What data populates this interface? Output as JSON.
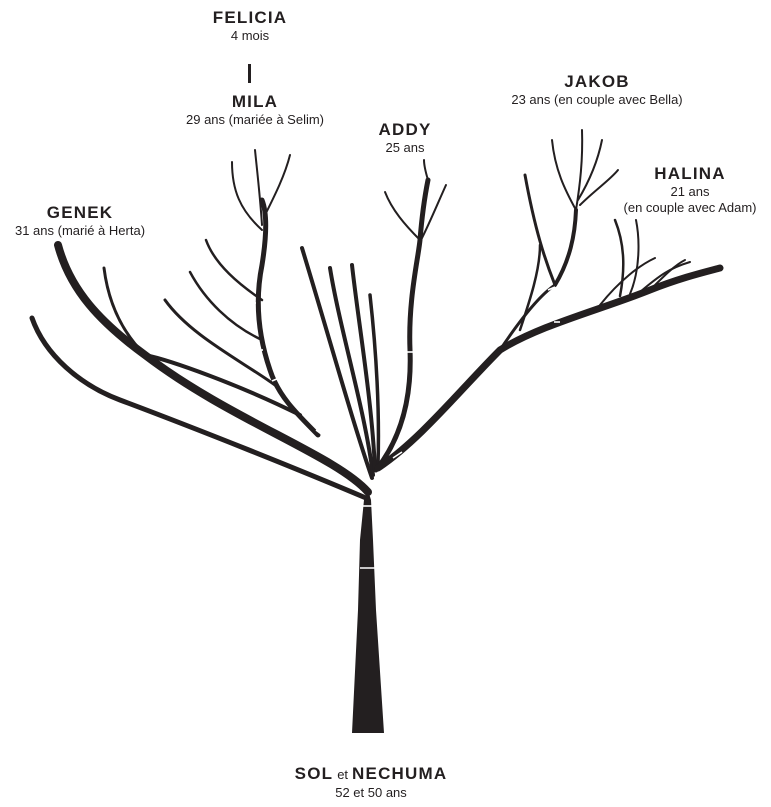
{
  "members": {
    "felicia": {
      "name": "FELICIA",
      "detail": "4 mois"
    },
    "mila": {
      "name": "MILA",
      "detail": "29 ans (mariée à Selim)"
    },
    "addy": {
      "name": "ADDY",
      "detail": "25 ans"
    },
    "jakob": {
      "name": "JAKOB",
      "detail": "23 ans (en couple avec Bella)"
    },
    "halina": {
      "name": "HALINA",
      "detail": "21 ans",
      "detail2": "(en couple avec Adam)"
    },
    "genek": {
      "name": "GENEK",
      "detail": "31 ans (marié à Herta)"
    }
  },
  "root": {
    "name1": "SOL",
    "conjunction": "et",
    "name2": "NECHUMA",
    "detail": "52 et 50 ans"
  },
  "colors": {
    "ink": "#231f20",
    "background": "#ffffff"
  }
}
